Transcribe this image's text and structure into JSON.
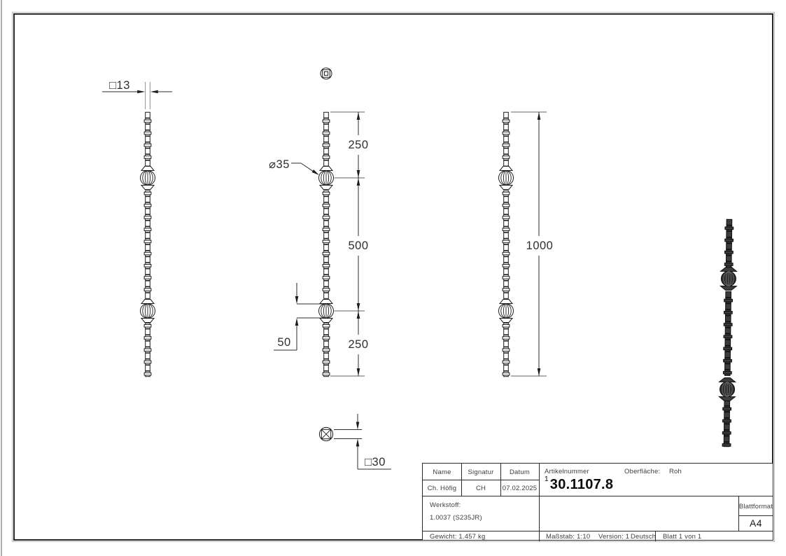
{
  "dimensions": {
    "square_section_top": "□13",
    "ball_diameter": "⌀35",
    "top_segment": "250",
    "middle_segment": "500",
    "bottom_segment": "250",
    "ball_height": "50",
    "square_section_bottom": "□30",
    "total_length": "1000"
  },
  "title_block": {
    "name_header": "Name",
    "signatur_header": "Signatur",
    "datum_header": "Datum",
    "name": "Ch. Höfig",
    "signatur": "CH",
    "datum": "07.02.2025",
    "artikelnummer_label": "Artikelnummer",
    "artikelnummer_prefix": "1",
    "artikelnummer": "30.1107.8",
    "oberflaeche_label": "Oberfläche:",
    "oberflaeche": "Roh",
    "werkstoff_label": "Werkstoff:",
    "werkstoff": "1.0037 (S235JR)",
    "gewicht": "Gewicht: 1.457 kg",
    "massstab": "Maßstab: 1:10",
    "version": "Version: 1",
    "sprache": "Deutsch",
    "blatt": "Blatt 1 von 1",
    "blattformat_label": "Blattformat",
    "blattformat": "A4"
  }
}
